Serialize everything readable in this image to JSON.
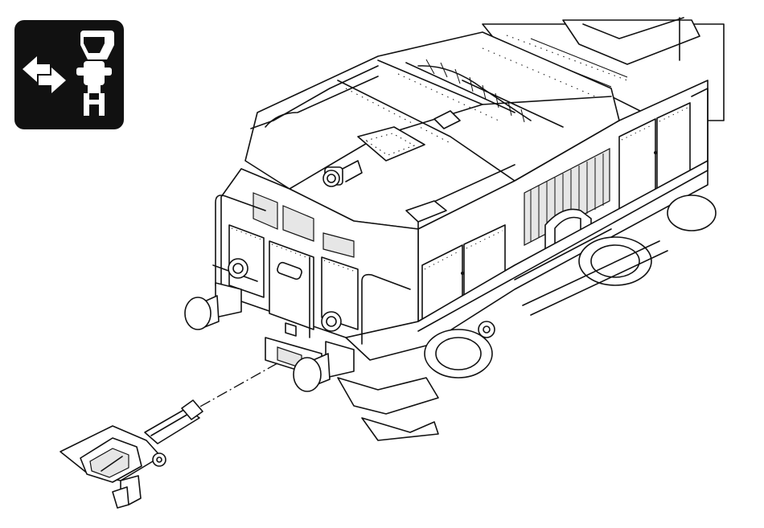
{
  "instruction": {
    "icon_badge": {
      "name": "coupler-exchange-badge",
      "background": "#111111",
      "foreground": "#ffffff"
    },
    "icons": [
      "swap-arrows-icon",
      "coupler-icon"
    ]
  },
  "illustration": {
    "subject": "locomotive-front-end",
    "part": "coupler-head",
    "line_color": "#111111",
    "fill_color": "#ffffff"
  }
}
